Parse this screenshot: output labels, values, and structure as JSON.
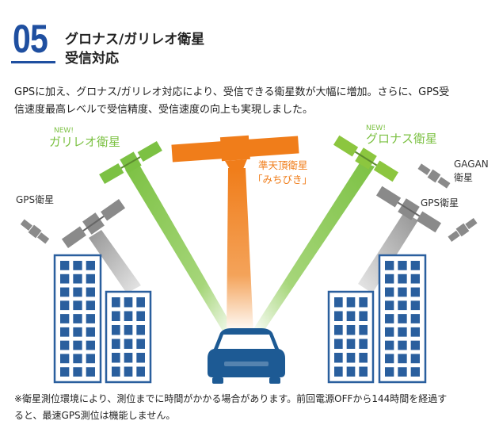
{
  "section_number": "05",
  "heading_line1": "グロナス/ガリレオ衛星",
  "heading_line2": "受信対応",
  "intro_line1": "GPSに加え、グロナス/ガリレオ対応により、受信できる衛星数が大幅に増加。さらに、GPS受",
  "intro_line2": "信速度最高レベルで受信精度、受信速度の向上も実現しました。",
  "labels": {
    "galileo_new": "NEW!",
    "galileo": "ガリレオ衛星",
    "glonass_new": "NEW!",
    "glonass": "グロナス衛星",
    "qzss_line1": "準天頂衛星",
    "qzss_line2": "「みちびき」",
    "gps_left": "GPS衛星",
    "gps_right": "GPS衛星",
    "gagan_line1": "GAGAN",
    "gagan_line2": "衛星"
  },
  "note_line1": "※衛星測位環境により、測位までに時間がかかる場合があります。前回電源OFFから144時間を経過す",
  "note_line2": "ると、最速GPS測位は機能しません。",
  "colors": {
    "brand_blue": "#1f4fa0",
    "galileo_green": "#7cc143",
    "glonass_green": "#8cc63f",
    "qzss_orange": "#f07d1a",
    "gps_gray": "#8a8a8a",
    "building_blue": "#2a5f9e",
    "car_blue": "#1d5a94"
  },
  "icons": [
    "satellite-icon",
    "car-icon",
    "building-icon"
  ]
}
